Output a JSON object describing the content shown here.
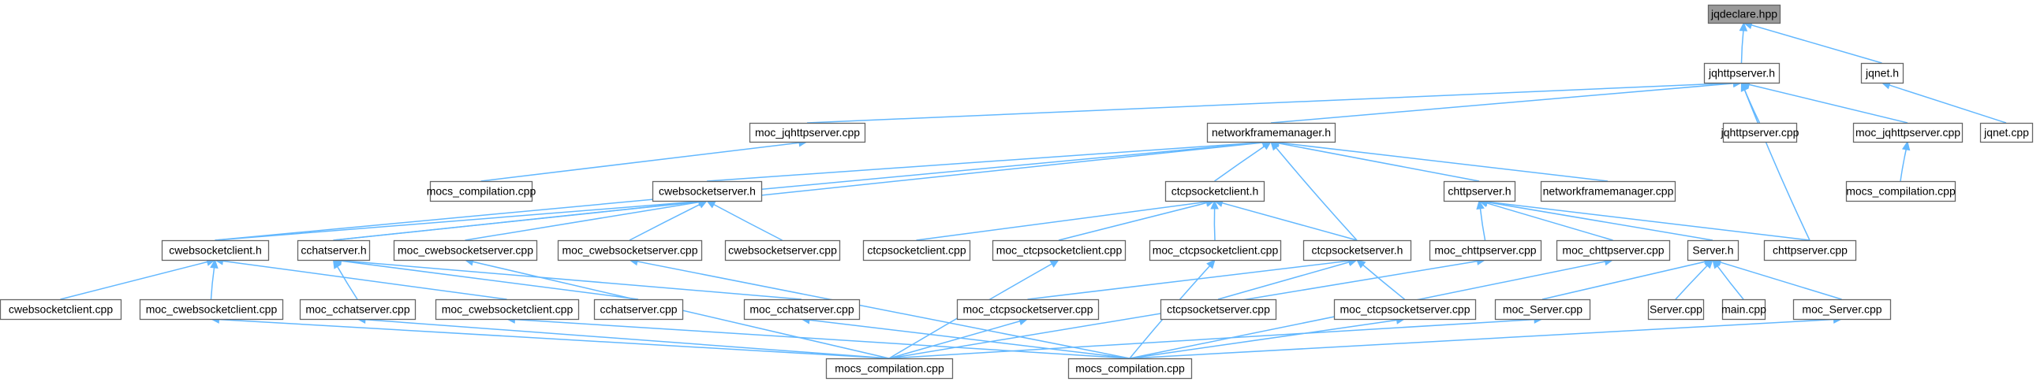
{
  "diagram": {
    "nodes": {
      "jqdeclare": {
        "label": "jqdeclare.hpp",
        "root": true
      },
      "jqhttpserver_h": {
        "label": "jqhttpserver.h"
      },
      "jqnet_h": {
        "label": "jqnet.h"
      },
      "moc_jqhttpserver_cpp_a": {
        "label": "moc_jqhttpserver.cpp"
      },
      "networkframemanager_h": {
        "label": "networkframemanager.h"
      },
      "jqhttpserver_cpp": {
        "label": "jqhttpserver.cpp"
      },
      "moc_jqhttpserver_cpp_b": {
        "label": "moc_jqhttpserver.cpp"
      },
      "jqnet_cpp": {
        "label": "jqnet.cpp"
      },
      "mocs_compilation_1": {
        "label": "mocs_compilation.cpp"
      },
      "cwebsocketserver_h": {
        "label": "cwebsocketserver.h"
      },
      "ctcpsocketclient_h": {
        "label": "ctcpsocketclient.h"
      },
      "chttpserver_h": {
        "label": "chttpserver.h"
      },
      "networkframemanager_cpp": {
        "label": "networkframemanager.cpp"
      },
      "mocs_compilation_2": {
        "label": "mocs_compilation.cpp"
      },
      "cwebsocketclient_h": {
        "label": "cwebsocketclient.h"
      },
      "cchatserver_h": {
        "label": "cchatserver.h"
      },
      "moc_cwebsocketserver_cpp_a": {
        "label": "moc_cwebsocketserver.cpp"
      },
      "moc_cwebsocketserver_cpp_b": {
        "label": "moc_cwebsocketserver.cpp"
      },
      "cwebsocketserver_cpp": {
        "label": "cwebsocketserver.cpp"
      },
      "ctcpsocketclient_cpp": {
        "label": "ctcpsocketclient.cpp"
      },
      "moc_ctcpsocketclient_cpp_a": {
        "label": "moc_ctcpsocketclient.cpp"
      },
      "moc_ctcpsocketclient_cpp_b": {
        "label": "moc_ctcpsocketclient.cpp"
      },
      "ctcpsocketserver_h": {
        "label": "ctcpsocketserver.h"
      },
      "moc_chttpserver_cpp_a": {
        "label": "moc_chttpserver.cpp"
      },
      "moc_chttpserver_cpp_b": {
        "label": "moc_chttpserver.cpp"
      },
      "server_h": {
        "label": "Server.h"
      },
      "chttpserver_cpp": {
        "label": "chttpserver.cpp"
      },
      "cwebsocketclient_cpp": {
        "label": "cwebsocketclient.cpp"
      },
      "moc_cwebsocketclient_cpp_a": {
        "label": "moc_cwebsocketclient.cpp"
      },
      "moc_cchatserver_cpp_a": {
        "label": "moc_cchatserver.cpp"
      },
      "moc_cwebsocketclient_cpp_b": {
        "label": "moc_cwebsocketclient.cpp"
      },
      "cchatserver_cpp": {
        "label": "cchatserver.cpp"
      },
      "moc_cchatserver_cpp_b": {
        "label": "moc_cchatserver.cpp"
      },
      "moc_ctcpsocketserver_cpp_a": {
        "label": "moc_ctcpsocketserver.cpp"
      },
      "ctcpsocketserver_cpp": {
        "label": "ctcpsocketserver.cpp"
      },
      "moc_ctcpsocketserver_cpp_b": {
        "label": "moc_ctcpsocketserver.cpp"
      },
      "moc_server_cpp_a": {
        "label": "moc_Server.cpp"
      },
      "server_cpp": {
        "label": "Server.cpp"
      },
      "main_cpp": {
        "label": "main.cpp"
      },
      "moc_server_cpp_b": {
        "label": "moc_Server.cpp"
      },
      "mocs_compilation_3": {
        "label": "mocs_compilation.cpp"
      },
      "mocs_compilation_4": {
        "label": "mocs_compilation.cpp"
      }
    },
    "edges": [
      [
        "jqhttpserver_h",
        "jqdeclare"
      ],
      [
        "jqnet_h",
        "jqdeclare"
      ],
      [
        "jqhttpserver_cpp",
        "jqhttpserver_h"
      ],
      [
        "moc_jqhttpserver_cpp_a",
        "jqhttpserver_h"
      ],
      [
        "networkframemanager_h",
        "jqhttpserver_h"
      ],
      [
        "moc_jqhttpserver_cpp_b",
        "jqhttpserver_h"
      ],
      [
        "chttpserver_cpp",
        "jqhttpserver_h"
      ],
      [
        "jqnet_cpp",
        "jqnet_h"
      ],
      [
        "mocs_compilation_1",
        "moc_jqhttpserver_cpp_a"
      ],
      [
        "mocs_compilation_2",
        "moc_jqhttpserver_cpp_b"
      ],
      [
        "cwebsocketserver_h",
        "networkframemanager_h"
      ],
      [
        "ctcpsocketclient_h",
        "networkframemanager_h"
      ],
      [
        "chttpserver_h",
        "networkframemanager_h"
      ],
      [
        "networkframemanager_cpp",
        "networkframemanager_h"
      ],
      [
        "ctcpsocketserver_h",
        "networkframemanager_h"
      ],
      [
        "cwebsocketclient_h",
        "networkframemanager_h"
      ],
      [
        "cchatserver_h",
        "networkframemanager_h"
      ],
      [
        "cwebsocketclient_h",
        "cwebsocketserver_h"
      ],
      [
        "cchatserver_h",
        "cwebsocketserver_h"
      ],
      [
        "moc_cwebsocketserver_cpp_a",
        "cwebsocketserver_h"
      ],
      [
        "moc_cwebsocketserver_cpp_b",
        "cwebsocketserver_h"
      ],
      [
        "cwebsocketserver_cpp",
        "cwebsocketserver_h"
      ],
      [
        "ctcpsocketclient_cpp",
        "ctcpsocketclient_h"
      ],
      [
        "moc_ctcpsocketclient_cpp_a",
        "ctcpsocketclient_h"
      ],
      [
        "moc_ctcpsocketclient_cpp_b",
        "ctcpsocketclient_h"
      ],
      [
        "ctcpsocketserver_h",
        "ctcpsocketclient_h"
      ],
      [
        "moc_chttpserver_cpp_a",
        "chttpserver_h"
      ],
      [
        "moc_chttpserver_cpp_b",
        "chttpserver_h"
      ],
      [
        "server_h",
        "chttpserver_h"
      ],
      [
        "chttpserver_cpp",
        "chttpserver_h"
      ],
      [
        "cwebsocketclient_cpp",
        "cwebsocketclient_h"
      ],
      [
        "moc_cwebsocketclient_cpp_a",
        "cwebsocketclient_h"
      ],
      [
        "moc_cwebsocketclient_cpp_b",
        "cwebsocketclient_h"
      ],
      [
        "moc_cchatserver_cpp_a",
        "cchatserver_h"
      ],
      [
        "cchatserver_cpp",
        "cchatserver_h"
      ],
      [
        "moc_cchatserver_cpp_b",
        "cchatserver_h"
      ],
      [
        "mocs_compilation_3",
        "moc_cwebsocketserver_cpp_a"
      ],
      [
        "mocs_compilation_4",
        "moc_cwebsocketserver_cpp_b"
      ],
      [
        "mocs_compilation_3",
        "moc_ctcpsocketclient_cpp_a"
      ],
      [
        "mocs_compilation_4",
        "moc_ctcpsocketclient_cpp_b"
      ],
      [
        "moc_ctcpsocketserver_cpp_a",
        "ctcpsocketserver_h"
      ],
      [
        "ctcpsocketserver_cpp",
        "ctcpsocketserver_h"
      ],
      [
        "moc_ctcpsocketserver_cpp_b",
        "ctcpsocketserver_h"
      ],
      [
        "mocs_compilation_3",
        "moc_chttpserver_cpp_a"
      ],
      [
        "mocs_compilation_4",
        "moc_chttpserver_cpp_b"
      ],
      [
        "moc_server_cpp_a",
        "server_h"
      ],
      [
        "server_cpp",
        "server_h"
      ],
      [
        "main_cpp",
        "server_h"
      ],
      [
        "moc_server_cpp_b",
        "server_h"
      ],
      [
        "mocs_compilation_3",
        "moc_cwebsocketclient_cpp_a"
      ],
      [
        "mocs_compilation_4",
        "moc_cwebsocketclient_cpp_b"
      ],
      [
        "mocs_compilation_3",
        "moc_cchatserver_cpp_a"
      ],
      [
        "mocs_compilation_4",
        "moc_cchatserver_cpp_b"
      ],
      [
        "mocs_compilation_3",
        "moc_ctcpsocketserver_cpp_a"
      ],
      [
        "mocs_compilation_4",
        "moc_ctcpsocketserver_cpp_b"
      ],
      [
        "mocs_compilation_3",
        "moc_server_cpp_a"
      ],
      [
        "mocs_compilation_4",
        "moc_server_cpp_b"
      ]
    ]
  }
}
